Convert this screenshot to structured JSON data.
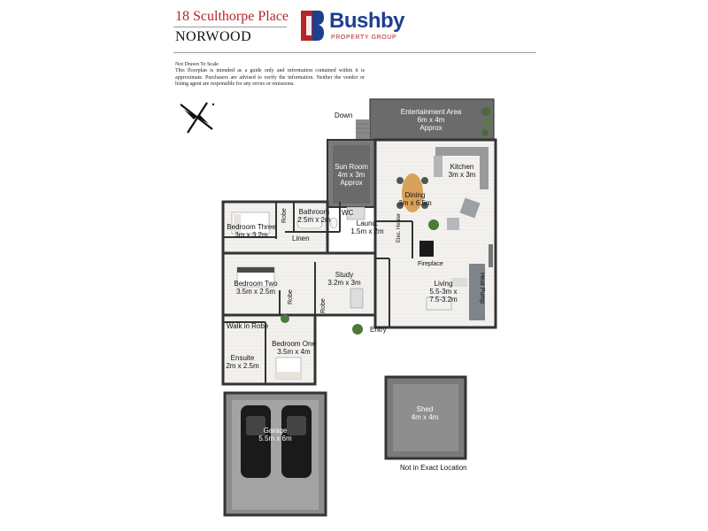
{
  "header": {
    "address": "18 Sculthorpe Place",
    "suburb": "NORWOOD"
  },
  "logo": {
    "name": "Bushby",
    "subtitle": "PROPERTY GROUP",
    "brand_color": "#1d3f8f",
    "accent_color": "#b3262a"
  },
  "disclaimer": {
    "title": "Not Drawn To Scale",
    "body": "This floorplan is intended as a guide only and information contained within it is approximate. Purchasers are advised to verify the information. Neither the vendor or listing agent are responsible for any errors or omissions."
  },
  "compass": {
    "icon": "compass-north-icon"
  },
  "rooms": {
    "entertainment": {
      "name": "Entertainment Area",
      "dims": "6m x 4m",
      "note": "Approx"
    },
    "down": "Down",
    "sunroom": {
      "name": "Sun Room",
      "dims": "4m x 3m",
      "note": "Approx"
    },
    "kitchen": {
      "name": "Kitchen",
      "dims": "3m x 3m"
    },
    "dining": {
      "name": "Dining",
      "dims": "3m x 6.5m"
    },
    "bathroom": {
      "name": "Bathroom",
      "dims": "2.5m x 2m"
    },
    "wc": "WC",
    "laundry": {
      "name": "Laund.",
      "dims": "1.5m x 2m"
    },
    "elec_heater": "Elec. Heater",
    "bedroom_three": {
      "name": "Bedroom Three",
      "dims": "3m x 3.2m"
    },
    "robe_b3": "Robe",
    "linen": "Linen",
    "fireplace": "Fireplace",
    "heat_pump": "Heat Pump",
    "bedroom_two": {
      "name": "Bedroom Two",
      "dims": "3.5m x 2.5m"
    },
    "robe_b2": "Robe",
    "study": {
      "name": "Study",
      "dims": "3.2m x 3m"
    },
    "robe_study": "Robe",
    "living": {
      "name": "Living",
      "dims": "5.5-3m x",
      "dims2": "7.5-3.2m"
    },
    "walk_in_robe": "Walk in Robe",
    "entry": "Entry",
    "bedroom_one": {
      "name": "Bedroom One",
      "dims": "3.5m x 4m"
    },
    "ensuite": {
      "name": "Ensuite",
      "dims": "2m x 2.5m"
    },
    "garage": {
      "name": "Garage",
      "dims": "5.5m x 6m"
    },
    "shed": {
      "name": "Shed",
      "dims": "4m x 4m"
    },
    "shed_note": "Not in Exact Location"
  }
}
